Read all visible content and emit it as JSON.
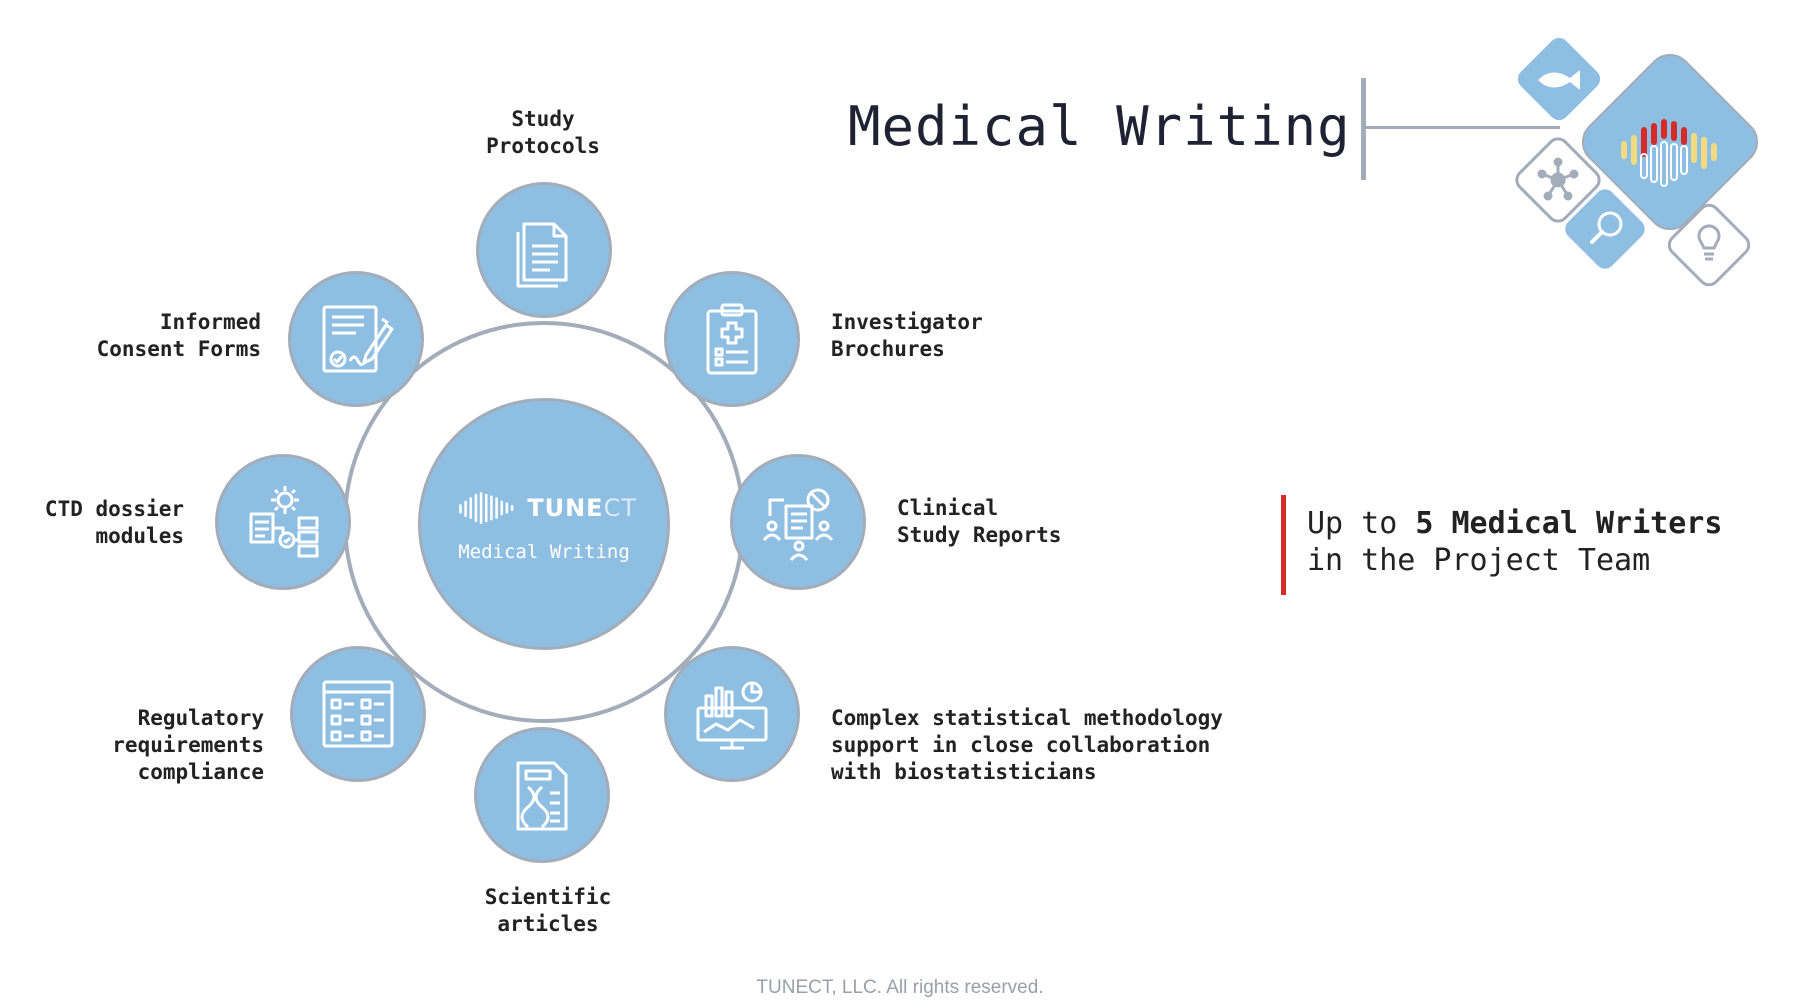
{
  "title": "Medical Writing",
  "center": {
    "brand_bold": "TUNE",
    "brand_light": "CT",
    "subtitle": "Medical Writing"
  },
  "nodes": [
    {
      "label": "Study\nProtocols",
      "icon": "documents-icon"
    },
    {
      "label": "Investigator\nBrochures",
      "icon": "clipboard-medical-icon"
    },
    {
      "label": "Clinical\nStudy Reports",
      "icon": "report-people-icon"
    },
    {
      "label": "Complex statistical methodology\nsupport in close collaboration\nwith biostatisticians",
      "icon": "statistics-monitor-icon"
    },
    {
      "label": "Scientific\narticles",
      "icon": "dna-document-icon"
    },
    {
      "label": "Regulatory\nrequirements\ncompliance",
      "icon": "checklist-icon"
    },
    {
      "label": "CTD dossier\nmodules",
      "icon": "gear-modules-icon"
    },
    {
      "label": "Informed\nConsent Forms",
      "icon": "signed-form-icon"
    }
  ],
  "team": {
    "prefix": "Up to ",
    "highlight": "5 Medical Writers",
    "line2": "in the Project Team"
  },
  "footer": "TUNECT, LLC. All rights reserved.",
  "colors": {
    "circle_fill": "#8ebfe3",
    "circle_border": "#a3adb9",
    "accent_red": "#d62b2b",
    "accent_yellow": "#f1dc82"
  }
}
